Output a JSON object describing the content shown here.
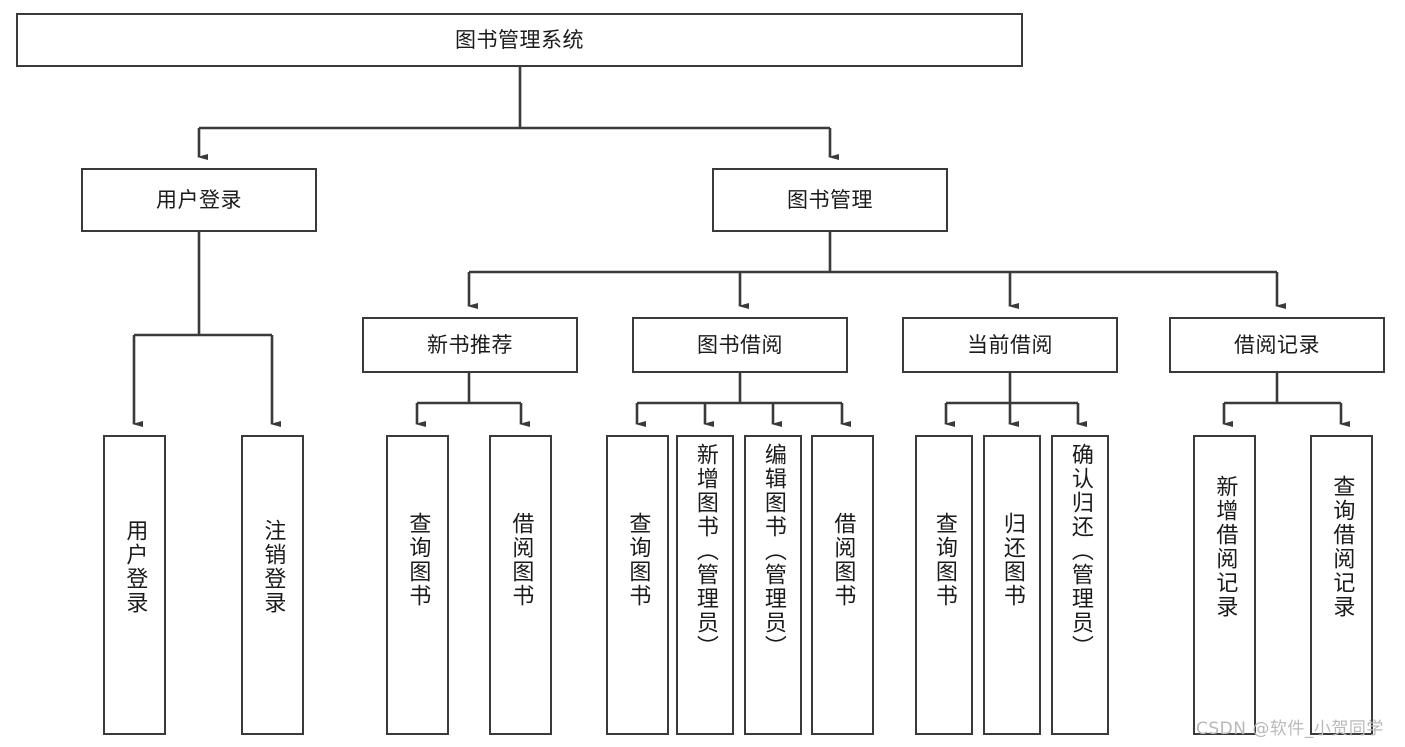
{
  "diagram": {
    "type": "tree-hierarchy-chart",
    "title": "图书管理系统",
    "root": {
      "id": "root",
      "label": "图书管理系统",
      "shape": "rectangle",
      "orientation": "horizontal"
    },
    "level2": [
      {
        "id": "user-login",
        "label": "用户登录",
        "orientation": "horizontal"
      },
      {
        "id": "book-manage",
        "label": "图书管理",
        "orientation": "horizontal"
      }
    ],
    "level3": [
      {
        "id": "new-book-recommend",
        "label": "新书推荐",
        "orientation": "horizontal",
        "parent": "book-manage"
      },
      {
        "id": "book-borrow",
        "label": "图书借阅",
        "orientation": "horizontal",
        "parent": "book-manage"
      },
      {
        "id": "current-borrow",
        "label": "当前借阅",
        "orientation": "horizontal",
        "parent": "book-manage"
      },
      {
        "id": "borrow-record",
        "label": "借阅记录",
        "orientation": "horizontal",
        "parent": "book-manage"
      }
    ],
    "leaves": [
      {
        "id": "leaf-user-login",
        "label": "用户登录",
        "parent": "user-login",
        "orientation": "vertical"
      },
      {
        "id": "leaf-user-logout",
        "label": "注销登录",
        "parent": "user-login",
        "orientation": "vertical"
      },
      {
        "id": "leaf-query-book-1",
        "label": "查询图书",
        "parent": "new-book-recommend",
        "orientation": "vertical"
      },
      {
        "id": "leaf-borrow-book-1",
        "label": "借阅图书",
        "parent": "new-book-recommend",
        "orientation": "vertical"
      },
      {
        "id": "leaf-query-book-2",
        "label": "查询图书",
        "parent": "book-borrow",
        "orientation": "vertical"
      },
      {
        "id": "leaf-add-book",
        "label": "新增图书（管理员）",
        "parent": "book-borrow",
        "orientation": "vertical"
      },
      {
        "id": "leaf-edit-book",
        "label": "编辑图书（管理员）",
        "parent": "book-borrow",
        "orientation": "vertical"
      },
      {
        "id": "leaf-borrow-book-2",
        "label": "借阅图书",
        "parent": "book-borrow",
        "orientation": "vertical"
      },
      {
        "id": "leaf-query-book-3",
        "label": "查询图书",
        "parent": "current-borrow",
        "orientation": "vertical"
      },
      {
        "id": "leaf-return-book",
        "label": "归还图书",
        "parent": "current-borrow",
        "orientation": "vertical"
      },
      {
        "id": "leaf-confirm-return",
        "label": "确认归还（管理员）",
        "parent": "current-borrow",
        "orientation": "vertical"
      },
      {
        "id": "leaf-add-record",
        "label": "新增借阅记录",
        "parent": "borrow-record",
        "orientation": "vertical"
      },
      {
        "id": "leaf-query-record",
        "label": "查询借阅记录",
        "parent": "borrow-record",
        "orientation": "vertical"
      }
    ],
    "colors": {
      "box_border": "#3a3a3a",
      "box_fill": "#ffffff",
      "text": "#1b1b1b",
      "connector": "#3a3a3a",
      "watermark": "#b9b9b9"
    }
  },
  "watermark": {
    "text": "CSDN @软件_小贺同学"
  }
}
